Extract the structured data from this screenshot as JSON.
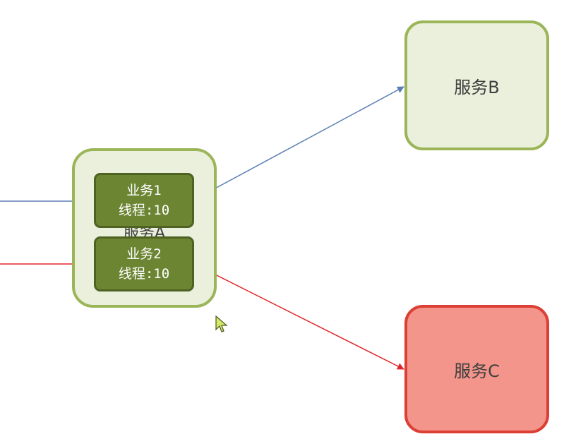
{
  "service_a": {
    "label": "服务A"
  },
  "service_b": {
    "label": "服务B"
  },
  "service_c": {
    "label": "服务C"
  },
  "business_1": {
    "name": "业务1",
    "threads": "线程:10"
  },
  "business_2": {
    "name": "业务2",
    "threads": "线程:10"
  },
  "colors": {
    "normal_edge": "#5b7fb5",
    "error_edge": "#e0262a",
    "service_fill": "#ebf0dc",
    "service_border": "#9bb558",
    "failed_fill": "#f3958a",
    "failed_border": "#dc3f36",
    "business_fill": "#6c8533"
  },
  "cursor": {
    "icon": "mouse-pointer-icon"
  }
}
